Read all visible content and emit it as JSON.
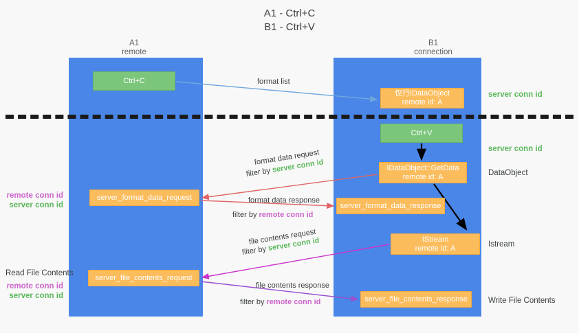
{
  "title": "A1 - Ctrl+C\nB1 - Ctrl+V",
  "columns": {
    "left": {
      "name": "A1",
      "sub": "remote"
    },
    "right": {
      "name": "B1",
      "sub": "connection"
    }
  },
  "boxes": {
    "ctrl_c": {
      "line1": "Ctrl+C",
      "line2": "",
      "color": "#7bc67b"
    },
    "copy_dataobject": {
      "line1": "仅行IDataObject",
      "line2": "remote id: A",
      "color": "#fbbc5c"
    },
    "ctrl_v": {
      "line1": "Ctrl+V",
      "line2": "",
      "color": "#7bc67b"
    },
    "getdata": {
      "line1": "IDataObject::GetData",
      "line2": "remote id: A",
      "color": "#fbbc5c"
    },
    "istream": {
      "line1": "IStream",
      "line2": "remote id: A",
      "color": "#fbbc5c"
    },
    "server_format_data_request": {
      "line1": "server_format_data_request",
      "line2": "",
      "color": "#fbbc5c"
    },
    "server_format_data_response": {
      "line1": "server_format_data_response",
      "line2": "",
      "color": "#fbbc5c"
    },
    "server_file_contents_request": {
      "line1": "server_file_contents_request",
      "line2": "",
      "color": "#fbbc5c"
    },
    "server_file_contents_response": {
      "line1": "server_file_contents_response",
      "line2": "",
      "color": "#fbbc5c"
    }
  },
  "side_labels": {
    "dataobject": "DataObject",
    "istream": "Istream",
    "write_file_contents": "Write File Contents",
    "read_file_contents": "Read File Contents"
  },
  "conn_ids": {
    "server": "server conn id",
    "remote": "remote conn id"
  },
  "arrows": {
    "format_list": "format list",
    "format_data_request": "format data request",
    "format_data_response": "format data response",
    "file_contents_request": "file contents request",
    "file_contents_response": "file contents response",
    "filter_by": "filter by"
  },
  "colors": {
    "lane": "#4a86e8",
    "green_box": "#7bc67b",
    "orange_box": "#fbbc5c",
    "server_conn": "#5cb85c",
    "remote_conn": "#cc66cc",
    "arrow_blue": "#6fa8dc",
    "arrow_red": "#e06666",
    "arrow_magenta": "#cc33cc",
    "arrow_purple": "#9b4fd1",
    "arrow_black": "#000000",
    "dashed_line": "#1a1a1a"
  }
}
